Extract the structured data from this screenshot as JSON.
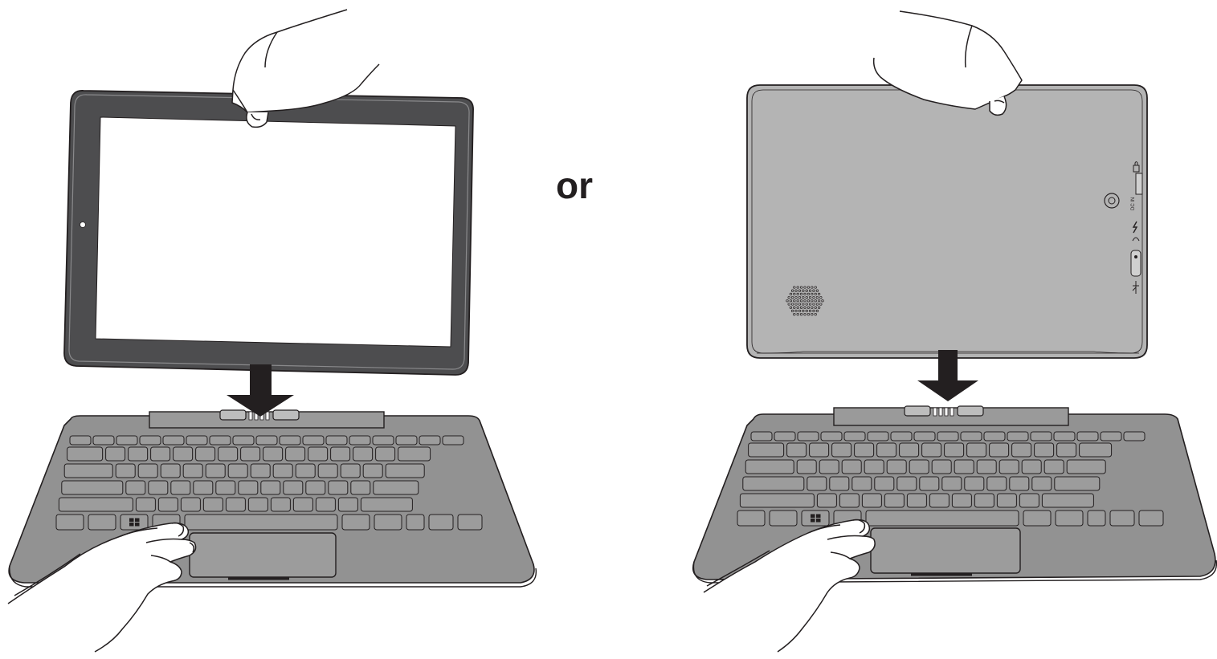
{
  "separator_text": "or",
  "colors": {
    "line": "#231f20",
    "keyboard_body": "#929292",
    "keyboard_keys": "#9c9c9c",
    "tablet_bezel": "#4d4d4f",
    "tablet_screen": "#ffffff",
    "tablet_back": "#b4b4b4",
    "arrow": "#231f20",
    "skin": "#ffffff"
  },
  "illustrations": [
    {
      "name": "front-facing-tablet-docking",
      "tablet_orientation": "screen-facing-user"
    },
    {
      "name": "rear-facing-tablet-docking",
      "tablet_orientation": "screen-facing-away"
    }
  ],
  "tablet_back_port_glyphs": [
    "lock-icon",
    "dc-in-label",
    "power-bolt-icon",
    "headphone-icon",
    "volume-rocker",
    "usb-icon"
  ]
}
